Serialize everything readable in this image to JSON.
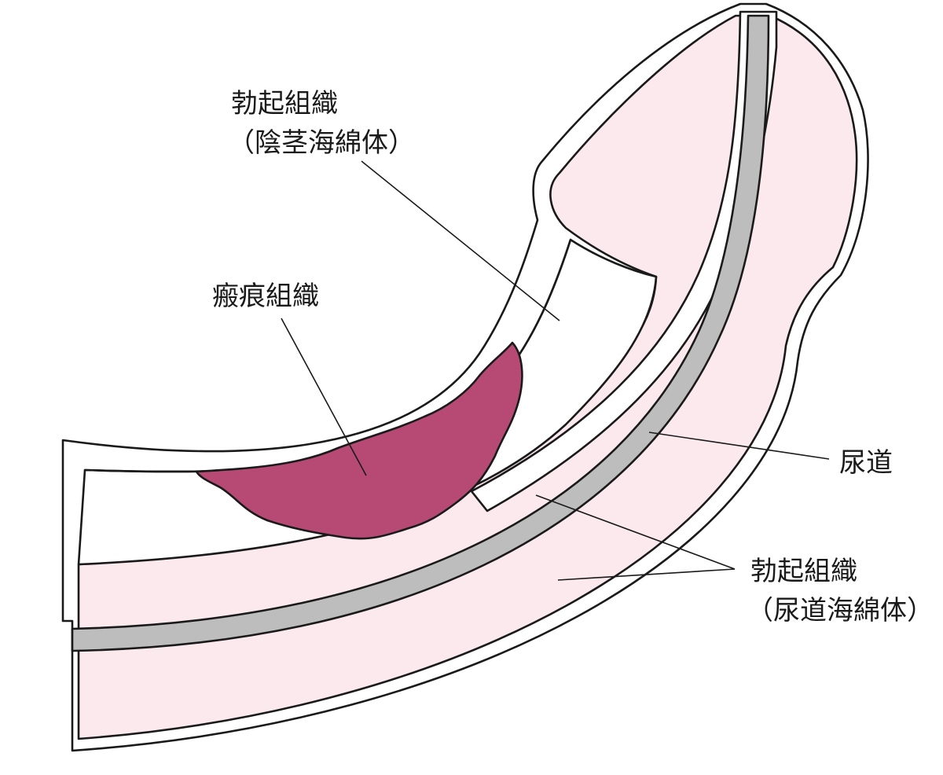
{
  "colors": {
    "erectile_tissue": "#fbe9ee",
    "scar_tissue": "#b64a74",
    "urethra": "#bdbdbd",
    "outline": "#1a1a1a",
    "background": "#ffffff"
  },
  "labels": {
    "corpus_cavernosum_line1": "勃起組織",
    "corpus_cavernosum_line2": "（陰茎海綿体）",
    "scar_tissue": "瘢痕組織",
    "urethra": "尿道",
    "corpus_spongiosum_line1": "勃起組織",
    "corpus_spongiosum_line2": "（尿道海綿体）"
  }
}
